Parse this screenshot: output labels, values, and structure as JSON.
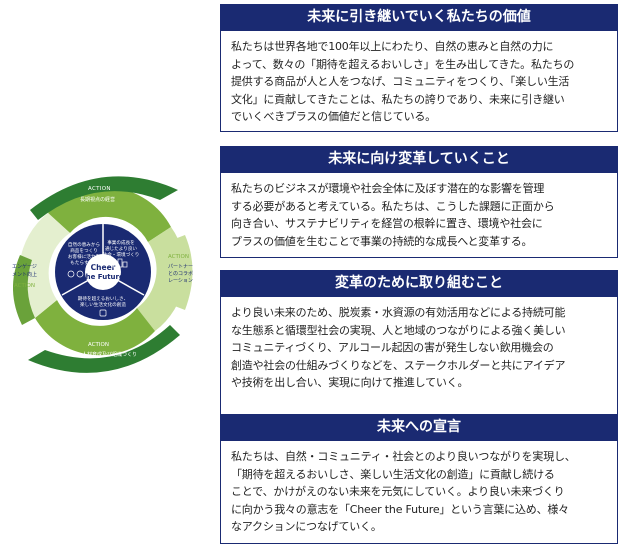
{
  "colors": {
    "navy": "#1a2a72",
    "green_dark": "#2e7d32",
    "green_mid": "#7fb13e",
    "green_light": "#c9df9e",
    "green_pale": "#e4efcf"
  },
  "diagram": {
    "center_title_line1": "Cheer",
    "center_title_line2": "the Future",
    "segments": [
      {
        "text_lines": [
          "事業の成長を",
          "通じたより良い",
          "社会・環境づくり"
        ],
        "icon": "people-icon"
      },
      {
        "text_lines": [
          "期待を超えるおいしさ、",
          "楽しい生活文化の創造"
        ],
        "icon": "glass-icon"
      },
      {
        "text_lines": [
          "自然の恵みから",
          "商品をつくり",
          "お客様に活力を",
          "もたらす事業"
        ],
        "icon": "leaf-icon"
      }
    ],
    "actions": [
      {
        "word": "ACTION",
        "label_lines": [
          "長期視点の経営"
        ]
      },
      {
        "word": "ACTION",
        "label_lines": [
          "パートナー",
          "とのコラボ",
          "レーション"
        ]
      },
      {
        "word": "ACTION",
        "label_lines": [
          "人材育成及び組織づくり"
        ]
      },
      {
        "word": "ACTION",
        "label_lines": [
          "エンゲージ",
          "メント向上"
        ]
      }
    ]
  },
  "panels": [
    {
      "title": "未来に引き継いでいく私たちの価値",
      "lines": [
        "私たちは世界各地で100年以上にわたり、自然の恵みと自然の力に",
        "よって、数々の「期待を超えるおいしさ」を生み出してきた。私たちの",
        "提供する商品が人と人をつなげ、コミュニティをつくり、「楽しい生活",
        "文化」に貢献してきたことは、私たちの誇りであり、未来に引き継い",
        "でいくべきプラスの価値だと信じている。"
      ]
    },
    {
      "title": "未来に向け変革していくこと",
      "lines": [
        "私たちのビジネスが環境や社会全体に及ぼす潜在的な影響を管理",
        "する必要があると考えている。私たちは、こうした課題に正面から",
        "向き合い、サステナビリティを経営の根幹に置き、環境や社会に",
        "プラスの価値を生むことで事業の持続的な成長へと変革する。"
      ]
    },
    {
      "title": "変革のために取り組むこと",
      "lines": [
        "より良い未来のため、脱炭素・水資源の有効活用などによる持続可能",
        "な生態系と循環型社会の実現、人と地域のつながりによる強く美しい",
        "コミュニティづくり、アルコール起因の害が発生しない飲用機会の",
        "創造や社会の仕組みづくりなどを、ステークホルダーと共にアイデア",
        "や技術を出し合い、実現に向けて推進していく。"
      ]
    },
    {
      "title": "未来への宣言",
      "lines": [
        "私たちは、自然・コミュニティ・社会とのより良いつながりを実現し、",
        "「期待を超えるおいしさ、楽しい生活文化の創造」に貢献し続ける",
        "ことで、かけがえのない未来を元気にしていく。より良い未来づくり",
        "に向かう我々の意志を「Cheer the Future」という言葉に込め、様々",
        "なアクションにつなげていく。"
      ]
    }
  ]
}
